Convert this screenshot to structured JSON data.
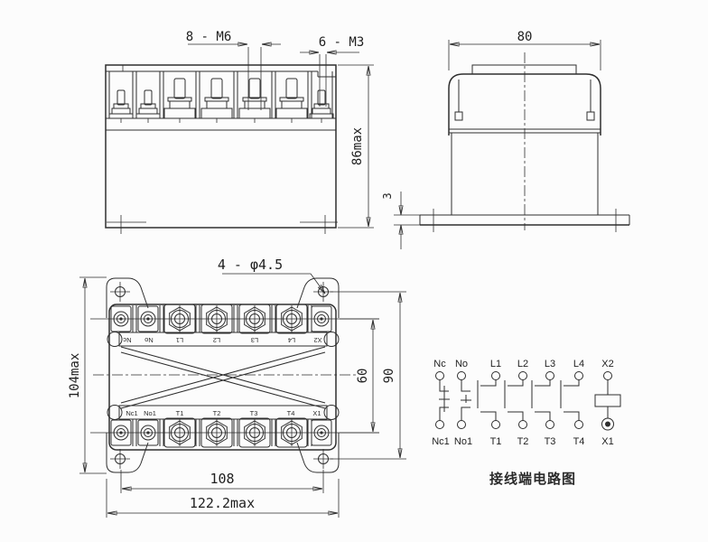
{
  "drawing": {
    "front": {
      "dim_m6": "8 - M6",
      "dim_m3": "6 - M3",
      "dim_height": "86max"
    },
    "side": {
      "dim_width": "80",
      "dim_flange": "3"
    },
    "top": {
      "dim_holes": "4 - φ4.5",
      "dim_height": "104max",
      "dim_row_span": "60",
      "dim_hole_span": "90",
      "dim_inner_width": "108",
      "dim_outer_width": "122.2max",
      "row_top": [
        "Nc",
        "No",
        "L1",
        "L2",
        "L3",
        "L4",
        "X2"
      ],
      "row_bottom": [
        "Nc1",
        "No1",
        "T1",
        "T2",
        "T3",
        "T4",
        "X1"
      ]
    },
    "circuit": {
      "top": [
        "Nc",
        "No",
        "L1",
        "L2",
        "L3",
        "L4",
        "X2"
      ],
      "bottom": [
        "Nc1",
        "No1",
        "T1",
        "T2",
        "T3",
        "T4",
        "X1"
      ],
      "caption": "接线端电路图"
    },
    "colors": {
      "line": "#2e2e2e",
      "bg": "#fcfcfc"
    }
  }
}
